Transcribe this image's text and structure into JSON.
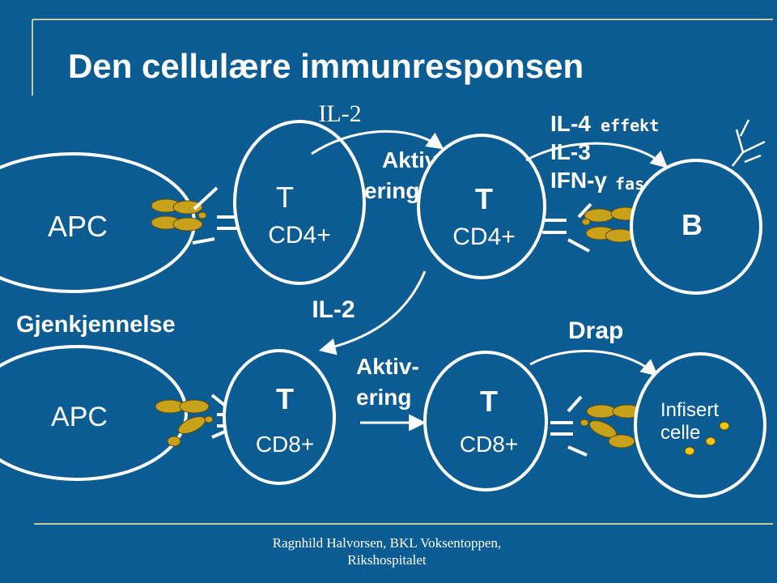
{
  "slide": {
    "title": "Den cellulære immunresponsen",
    "footer_line1": "Ragnhild Halvorsen, BKL Voksentoppen,",
    "footer_line2": "Rikshospitalet"
  },
  "top_row": {
    "apc_label": "APC",
    "t1_letter": "T",
    "t1_type": "CD4+",
    "il2_label": "IL-2",
    "activation_line1": "Aktiv-",
    "activation_line2": "ering",
    "t2_letter": "T",
    "t2_type": "CD4+",
    "cytokine_il4": "IL-4",
    "cytokine_il3": "IL-3",
    "cytokine_ifn": "IFN-γ",
    "effect_word1": "effekt",
    "effect_word2": "fasen",
    "b_label": "B"
  },
  "bottom_row": {
    "recognition_label": "Gjenkjennelse",
    "apc_label": "APC",
    "il2_label": "IL-2",
    "t1_letter": "T",
    "t1_type": "CD8+",
    "activation_line1": "Aktiv-",
    "activation_line2": "ering",
    "t2_letter": "T",
    "t2_type": "CD8+",
    "kill_label": "Drap",
    "infected_line1": "Infisert",
    "infected_line2": "celle"
  },
  "colors": {
    "background": "#0b5c93",
    "frame_line": "#c9c99a",
    "cell_fill": "#0b5c93",
    "cell_outline": "#ffffff",
    "molecule_fill": "#c9a21c",
    "molecule_stroke": "#5a4a10",
    "text": "#ffffff"
  }
}
